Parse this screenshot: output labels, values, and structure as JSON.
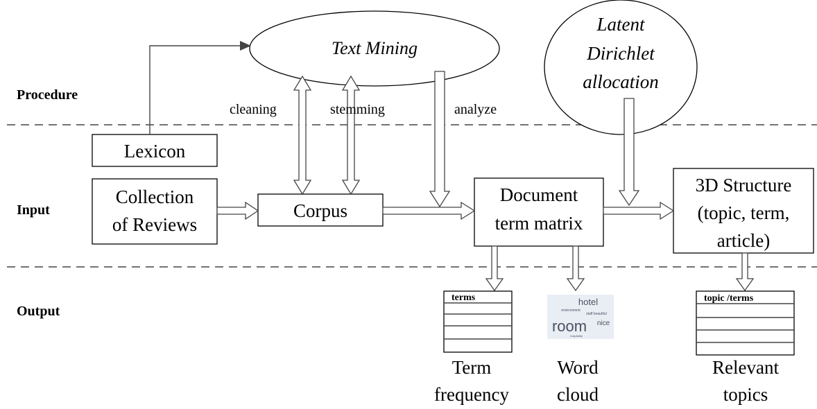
{
  "sections": {
    "procedure": "Procedure",
    "input": "Input",
    "output": "Output"
  },
  "nodes": {
    "text_mining": "Text Mining",
    "lda": [
      "Latent",
      "Dirichlet",
      "allocation"
    ],
    "lexicon": "Lexicon",
    "collection": [
      "Collection",
      "of Reviews"
    ],
    "corpus": "Corpus",
    "dtm": [
      "Document",
      "term matrix"
    ],
    "structure_3d": [
      "3D Structure",
      "(topic, term,",
      "article)"
    ]
  },
  "edge_labels": {
    "cleaning": "cleaning",
    "stemming": "stemming",
    "analyze": "analyze"
  },
  "outputs": {
    "term_table_header": "terms",
    "topic_table_header": "topic /terms",
    "term_frequency": [
      "Term",
      "frequency"
    ],
    "word_cloud": [
      "Word",
      "cloud"
    ],
    "relevant_topics": [
      "Relevant",
      "topics"
    ],
    "cloud_words": {
      "hotel": "hotel",
      "environment": "environment",
      "staff_beautiful": "staff beautiful",
      "room": "room",
      "nice": "nice",
      "hospitality": "hospitality"
    }
  },
  "colors": {
    "cloud_background": "#e9eef5",
    "cloud_text": "#4a5160"
  }
}
